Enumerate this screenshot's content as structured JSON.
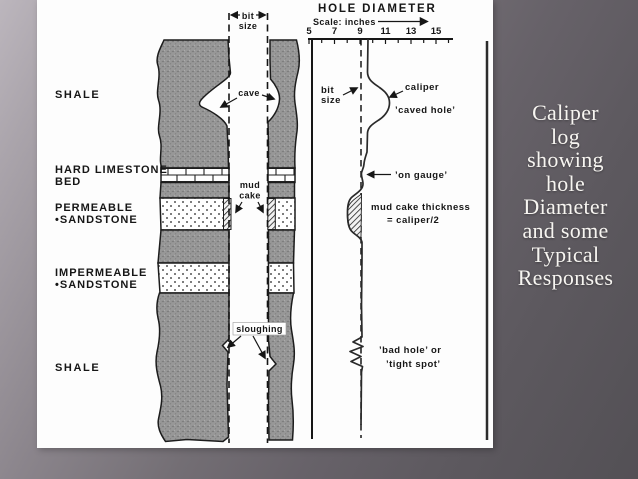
{
  "caption": {
    "lines": [
      "Caliper",
      "log",
      "showing",
      "hole",
      "Diameter",
      "and some",
      "Typical",
      "Responses"
    ]
  },
  "strata": {
    "shale_top": "SHALE",
    "limestone_line1": "HARD LIMESTONE",
    "limestone_line2": "BED",
    "permeable_line1": "PERMEABLE",
    "permeable_line2": "•SANDSTONE",
    "impermeable_line1": "IMPERMEABLE",
    "impermeable_line2": "•SANDSTONE",
    "shale_bottom": "SHALE"
  },
  "borehole": {
    "bit_size_line1": "bit",
    "bit_size_line2": "size",
    "cave": "cave",
    "mud_cake_line1": "mud",
    "mud_cake_line2": "cake",
    "sloughing": "sloughing"
  },
  "log": {
    "title": "HOLE DIAMETER",
    "scale_label": "Scale: inches",
    "ticks": [
      "5",
      "7",
      "9",
      "11",
      "13",
      "15"
    ],
    "bit_size_line1": "bit",
    "bit_size_line2": "size",
    "caliper": "caliper",
    "caved_hole": "’caved hole’",
    "on_gauge": "’on gauge’",
    "mud_cake_line1": "mud cake thickness",
    "mud_cake_line2": "= caliper/2",
    "bad_hole_line1": "’bad hole’ or",
    "bad_hole_line2": "’tight spot’"
  },
  "colors": {
    "background_light": "#bcb6bd",
    "background_dark": "#535055",
    "panel": "#fdfdfd",
    "ink": "#1c1c1c",
    "rock_grey": "#979797",
    "caption_text": "#f7f5f1"
  }
}
